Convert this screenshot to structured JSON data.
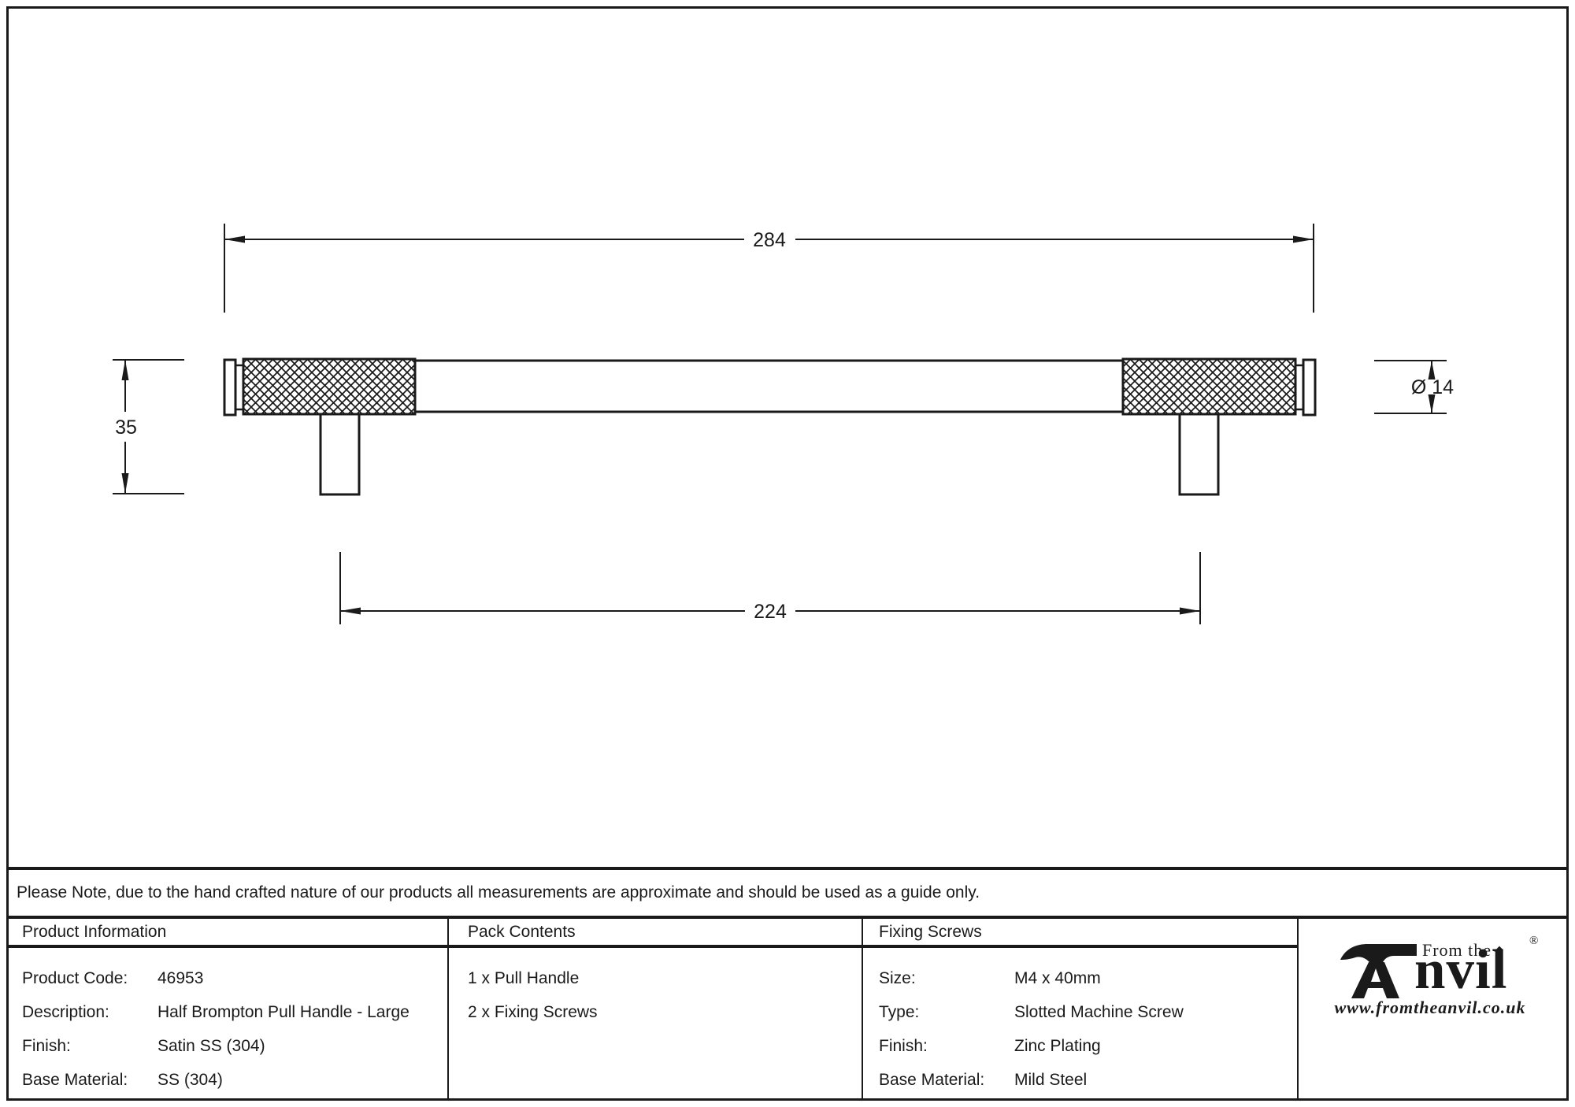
{
  "drawing": {
    "dim_overall_length": "284",
    "dim_fixing_centres": "224",
    "dim_projection": "35",
    "dim_diameter": "Ø 14"
  },
  "note": "Please Note, due to the hand crafted nature of our products all measurements are approximate and should be used as a guide only.",
  "table": {
    "product_info": {
      "header": "Product Information",
      "rows": [
        {
          "label": "Product Code:",
          "value": "46953"
        },
        {
          "label": "Description:",
          "value": "Half Brompton Pull Handle - Large"
        },
        {
          "label": "Finish:",
          "value": "Satin SS (304)"
        },
        {
          "label": "Base Material:",
          "value": "SS (304)"
        }
      ]
    },
    "pack_contents": {
      "header": "Pack Contents",
      "items": [
        "1 x Pull Handle",
        "2 x Fixing Screws"
      ]
    },
    "fixing_screws": {
      "header": "Fixing Screws",
      "rows": [
        {
          "label": "Size:",
          "value": "M4 x 40mm"
        },
        {
          "label": "Type:",
          "value": "Slotted Machine Screw"
        },
        {
          "label": "Finish:",
          "value": "Zinc Plating"
        },
        {
          "label": "Base Material:",
          "value": "Mild Steel"
        }
      ]
    }
  },
  "logo": {
    "from_the": "From the",
    "diamond_icon": "◆",
    "anvil_rest": "nvil",
    "registered": "®",
    "website": "www.fromtheanvil.co.uk"
  },
  "colors": {
    "ink": "#1a1a1a",
    "background": "#ffffff"
  }
}
